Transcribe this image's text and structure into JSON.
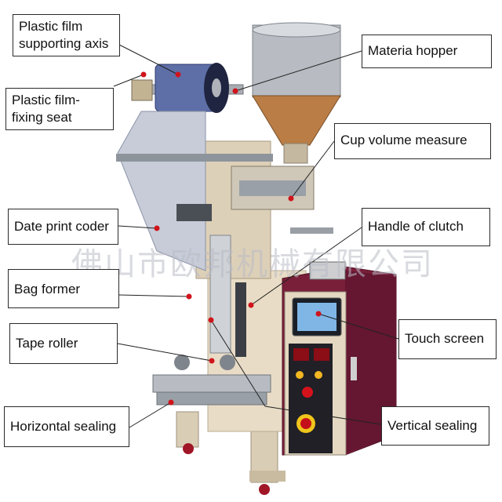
{
  "labels": {
    "plastic_film_supporting_axis": "Plastic film supporting axis",
    "plastic_film_fixing_seat": "Plastic film-fixing seat",
    "materia_hopper": "Materia hopper",
    "cup_volume_measure": "Cup volume measure",
    "date_print_coder": "Date print coder",
    "handle_of_clutch": "Handle of clutch",
    "bag_former": "Bag former",
    "touch_screen": "Touch screen",
    "tape_roller": "Tape roller",
    "horizontal_sealing": "Horizontal sealing",
    "vertical_sealing": "Vertical sealing"
  },
  "watermark": "佛山市欧邦机械有限公司",
  "colors": {
    "machine_body": "#e9dcc6",
    "cabinet": "#7a1f3a",
    "hopper": "#b8bcc2",
    "marker": "#d0141c"
  }
}
